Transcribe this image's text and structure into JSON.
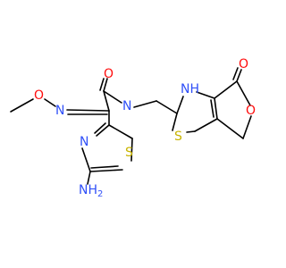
{
  "molecule": {
    "atoms": [
      {
        "id": "o_methoxy",
        "label": "O",
        "color": "#ff0d0d"
      },
      {
        "id": "n_oxime",
        "label": "N",
        "color": "#3050f8"
      },
      {
        "id": "o_amide",
        "label": "O",
        "color": "#ff0d0d"
      },
      {
        "id": "n_amide_h",
        "label": "H",
        "color": "#3050f8"
      },
      {
        "id": "n_amide",
        "label": "N",
        "color": "#3050f8"
      },
      {
        "id": "n_thiazole",
        "label": "N",
        "color": "#3050f8"
      },
      {
        "id": "s_thiazole",
        "label": "S",
        "color": "#c8b400"
      },
      {
        "id": "amine_n",
        "label": "NH",
        "sub": "2",
        "color": "#3050f8"
      },
      {
        "id": "nh_ring",
        "label": "NH",
        "color": "#3050f8"
      },
      {
        "id": "s_ring",
        "label": "S",
        "color": "#c8b400"
      },
      {
        "id": "o_lactone_carbonyl",
        "label": "O",
        "color": "#ff0d0d"
      },
      {
        "id": "o_lactone_ring",
        "label": "O",
        "color": "#ff0d0d"
      }
    ]
  }
}
